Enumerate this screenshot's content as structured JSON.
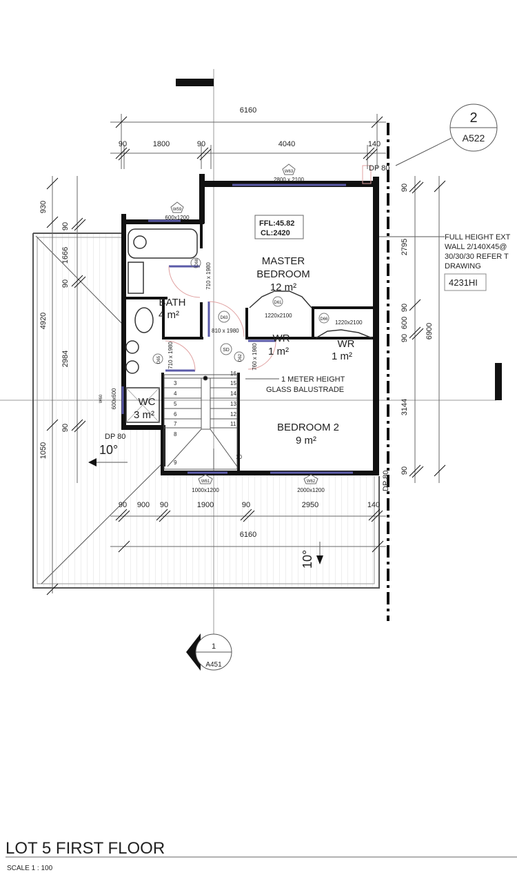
{
  "drawing": {
    "title": "LOT 5 FIRST FLOOR",
    "scale": "SCALE  1 : 100",
    "level_tag": {
      "ffl": "FFL:45.82",
      "cl": "CL:2420"
    },
    "section_markers": [
      {
        "number": "2",
        "sheet": "A522"
      },
      {
        "number": "1",
        "sheet": "A451"
      }
    ],
    "rooms": [
      {
        "name": "MASTER",
        "name2": "BEDROOM",
        "area": "12 m²"
      },
      {
        "name": "BATH",
        "area": "4 m²"
      },
      {
        "name": "WR",
        "area": "1 m²"
      },
      {
        "name": "WR",
        "area": "1 m²"
      },
      {
        "name": "WC",
        "area": "3 m²"
      },
      {
        "name": "BEDROOM 2",
        "area": "9 m²"
      }
    ],
    "windows": [
      {
        "tag": "W63",
        "size": "2800 x 2100"
      },
      {
        "tag": "W59",
        "size": "600x1200"
      },
      {
        "tag": "W60",
        "size": "600x600"
      },
      {
        "tag": "W61",
        "size": "1000x1200"
      },
      {
        "tag": "W62",
        "size": "2000x1200"
      }
    ],
    "doors": [
      {
        "tag": "D68",
        "size": "710 x 1980"
      },
      {
        "tag": "D63",
        "size": "810 x 1980"
      },
      {
        "tag": "D61",
        "size": "1220x2100"
      },
      {
        "tag": "D66",
        "size": "1220x2100"
      },
      {
        "tag": "D65",
        "size": "710 x 1980"
      },
      {
        "tag": "D62",
        "size": "760 x 1980"
      }
    ],
    "smoke_detector": "SD",
    "downpipes": [
      "DP 80",
      "DP 80",
      "DP 80"
    ],
    "roof_pitch": [
      "10°",
      "10°"
    ],
    "balustrade_note": [
      "1 METER HEIGHT",
      "GLASS BALUSTRADE"
    ],
    "wall_note": [
      "FULL HEIGHT EXT",
      "WALL 2/140X45@",
      "30/30/30 REFER T",
      "DRAWING"
    ],
    "wall_tag": "4231HI",
    "stair_treads": [
      "3",
      "4",
      "5",
      "6",
      "7",
      "8",
      "9",
      "10",
      "11",
      "12",
      "13",
      "14",
      "15",
      "16"
    ],
    "dimensions": {
      "top_overall": "6160",
      "top": [
        "90",
        "1800",
        "90",
        "4040",
        "140"
      ],
      "bottom": [
        "90",
        "900",
        "90",
        "1900",
        "90",
        "2950",
        "140"
      ],
      "bottom_overall": "6160",
      "right": [
        "90",
        "2795",
        "90",
        "600",
        "90",
        "3144",
        "90"
      ],
      "right_overall": "6900",
      "left": [
        "930",
        "90",
        "1666",
        "90",
        "2984",
        "90",
        "1050"
      ],
      "left_overall": "4920"
    }
  }
}
